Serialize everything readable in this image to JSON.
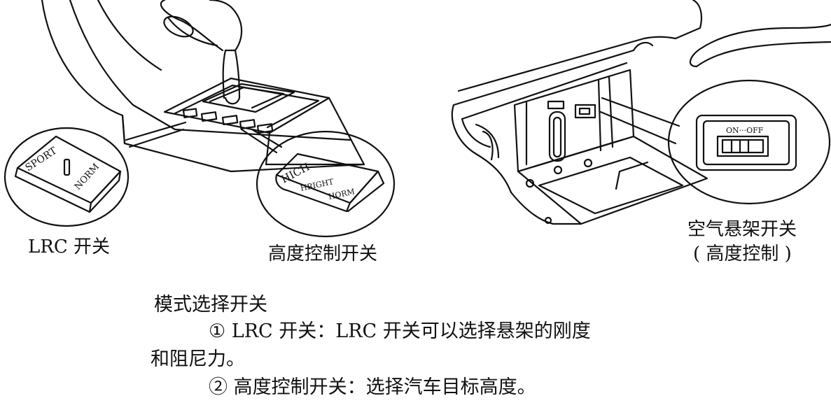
{
  "labels": {
    "lrc_switch": "LRC 开关",
    "height_control_switch": "高度控制开关",
    "air_suspension_switch_line1": "空气悬架开关",
    "air_suspension_switch_line2": "( 高度控制 )"
  },
  "switch_text": {
    "lrc_sport": "SPORT",
    "lrc_norm": "NORM",
    "height_high": "HICH",
    "height_hright": "HRIGHT",
    "height_horm": "HORM",
    "air_on_off": "ON···OFF"
  },
  "body": {
    "heading": "模式选择开关",
    "item1_line1": "① LRC 开关：LRC 开关可以选择悬架的刚度",
    "item1_line2": "和阻尼力。",
    "item2": "② 高度控制开关：选择汽车目标高度。"
  }
}
